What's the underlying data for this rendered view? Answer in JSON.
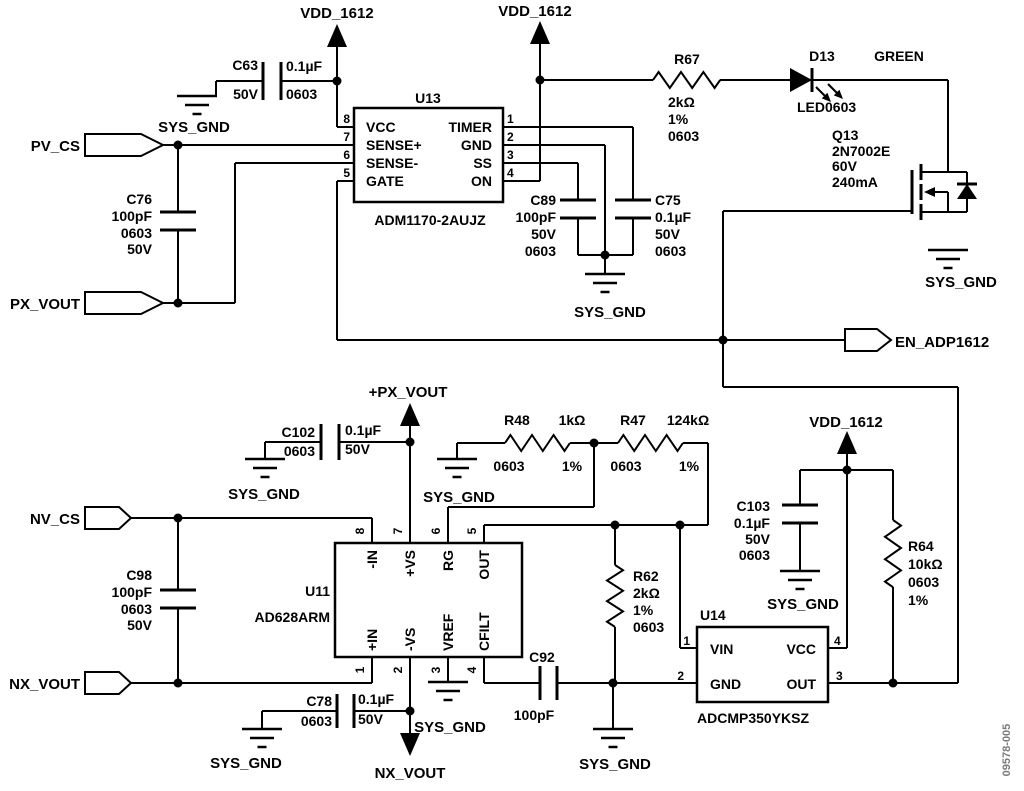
{
  "watermark": "09578-005",
  "nets": {
    "vdd": "VDD_1612",
    "sys_gnd": "SYS_GND",
    "px_vout_pwr": "+PX_VOUT",
    "nx_vout_pwr": "NX_VOUT"
  },
  "connectors": {
    "pv_cs": "PV_CS",
    "px_vout": "PX_VOUT",
    "nv_cs": "NV_CS",
    "nx_vout": "NX_VOUT",
    "en_adp1612": "EN_ADP1612"
  },
  "components": {
    "c63": {
      "ref": "C63",
      "value": "0.1µF",
      "voltage": "50V",
      "size": "0603"
    },
    "c76": {
      "ref": "C76",
      "value": "100pF",
      "size": "0603",
      "voltage": "50V"
    },
    "c89": {
      "ref": "C89",
      "value": "100pF",
      "voltage": "50V",
      "size": "0603"
    },
    "c75": {
      "ref": "C75",
      "value": "0.1µF",
      "voltage": "50V",
      "size": "0603"
    },
    "r67": {
      "ref": "R67",
      "value": "2kΩ",
      "tol": "1%",
      "size": "0603"
    },
    "d13": {
      "ref": "D13",
      "color": "GREEN",
      "package": "LED0603"
    },
    "q13": {
      "ref": "Q13",
      "part": "2N7002E",
      "voltage": "60V",
      "current": "240mA"
    },
    "c102": {
      "ref": "C102",
      "value": "0.1µF",
      "voltage": "50V",
      "size": "0603"
    },
    "c98": {
      "ref": "C98",
      "value": "100pF",
      "size": "0603",
      "voltage": "50V"
    },
    "c78": {
      "ref": "C78",
      "value": "0.1µF",
      "voltage": "50V",
      "size": "0603"
    },
    "r48": {
      "ref": "R48",
      "value": "1kΩ",
      "tol": "1%",
      "size": "0603"
    },
    "r47": {
      "ref": "R47",
      "value": "124kΩ",
      "tol": "1%",
      "size": "0603"
    },
    "r62": {
      "ref": "R62",
      "value": "2kΩ",
      "tol": "1%",
      "size": "0603"
    },
    "r64": {
      "ref": "R64",
      "value": "10kΩ",
      "tol": "1%",
      "size": "0603"
    },
    "c92": {
      "ref": "C92",
      "value": "100pF"
    },
    "c103": {
      "ref": "C103",
      "value": "0.1µF",
      "voltage": "50V",
      "size": "0603"
    }
  },
  "ics": {
    "u13": {
      "ref": "U13",
      "part": "ADM1170-2AUJZ",
      "left_pins": [
        {
          "num": "8",
          "name": "VCC"
        },
        {
          "num": "7",
          "name": "SENSE+"
        },
        {
          "num": "6",
          "name": "SENSE-"
        },
        {
          "num": "5",
          "name": "GATE"
        }
      ],
      "right_pins": [
        {
          "num": "1",
          "name": "TIMER"
        },
        {
          "num": "2",
          "name": "GND"
        },
        {
          "num": "3",
          "name": "SS"
        },
        {
          "num": "4",
          "name": "ON"
        }
      ]
    },
    "u11": {
      "ref": "U11",
      "part": "AD628ARM",
      "top_pins": [
        {
          "num": "8",
          "name": "-IN"
        },
        {
          "num": "7",
          "name": "+VS"
        },
        {
          "num": "6",
          "name": "RG"
        },
        {
          "num": "5",
          "name": "OUT"
        }
      ],
      "bottom_pins": [
        {
          "num": "1",
          "name": "+IN"
        },
        {
          "num": "2",
          "name": "-VS"
        },
        {
          "num": "3",
          "name": "VREF"
        },
        {
          "num": "4",
          "name": "CFILT"
        }
      ]
    },
    "u14": {
      "ref": "U14",
      "part": "ADCMP350YKSZ",
      "left_pins": [
        {
          "num": "1",
          "name": "VIN"
        },
        {
          "num": "2",
          "name": "GND"
        }
      ],
      "right_pins": [
        {
          "num": "4",
          "name": "VCC"
        },
        {
          "num": "3",
          "name": "OUT"
        }
      ]
    }
  }
}
